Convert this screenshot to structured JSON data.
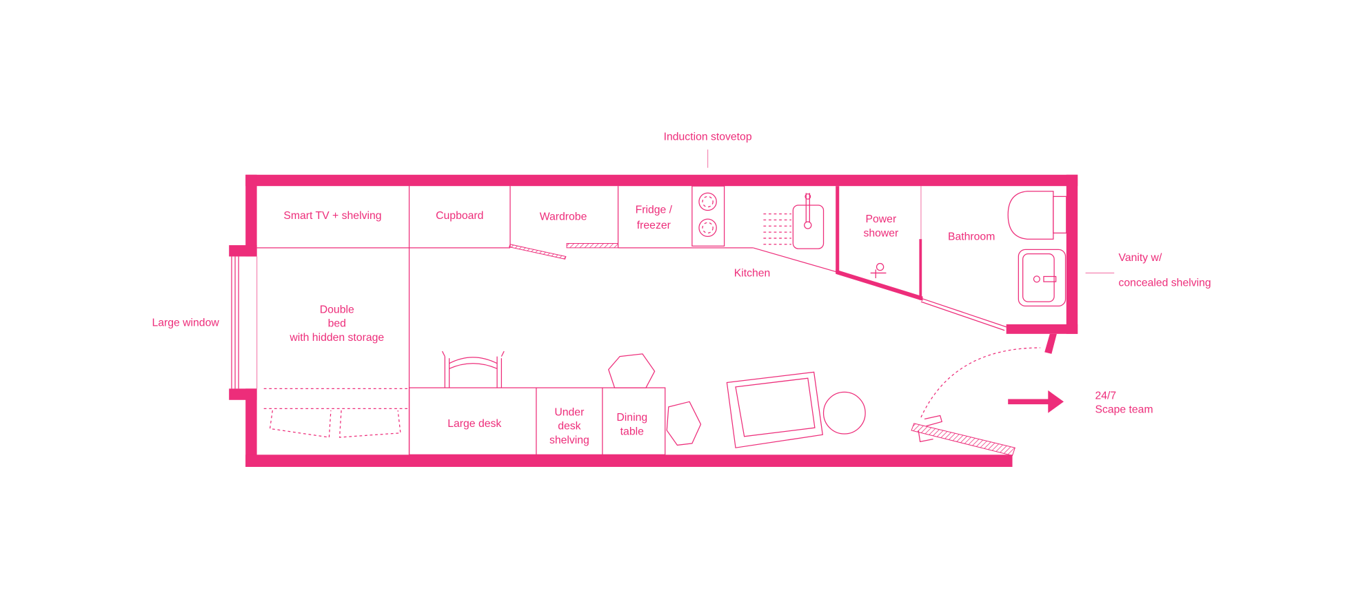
{
  "colors": {
    "accent": "#ED2D7A",
    "background": "#FFFFFF"
  },
  "labels": {
    "induction_stovetop": "Induction stovetop",
    "smart_tv": "Smart TV + shelving",
    "cupboard": "Cupboard",
    "wardrobe": "Wardrobe",
    "fridge_1": "Fridge /",
    "fridge_2": "freezer",
    "power_shower_1": "Power",
    "power_shower_2": "shower",
    "bathroom": "Bathroom",
    "vanity_1": "Vanity w/",
    "vanity_2": "concealed shelving",
    "kitchen": "Kitchen",
    "large_window": "Large window",
    "bed_1": "Double",
    "bed_2": "bed",
    "bed_3": "with hidden storage",
    "large_desk": "Large desk",
    "under_desk_1": "Under",
    "under_desk_2": "desk",
    "under_desk_3": "shelving",
    "dining_1": "Dining",
    "dining_2": "table",
    "scape_1": "24/7",
    "scape_2": "Scape team"
  }
}
